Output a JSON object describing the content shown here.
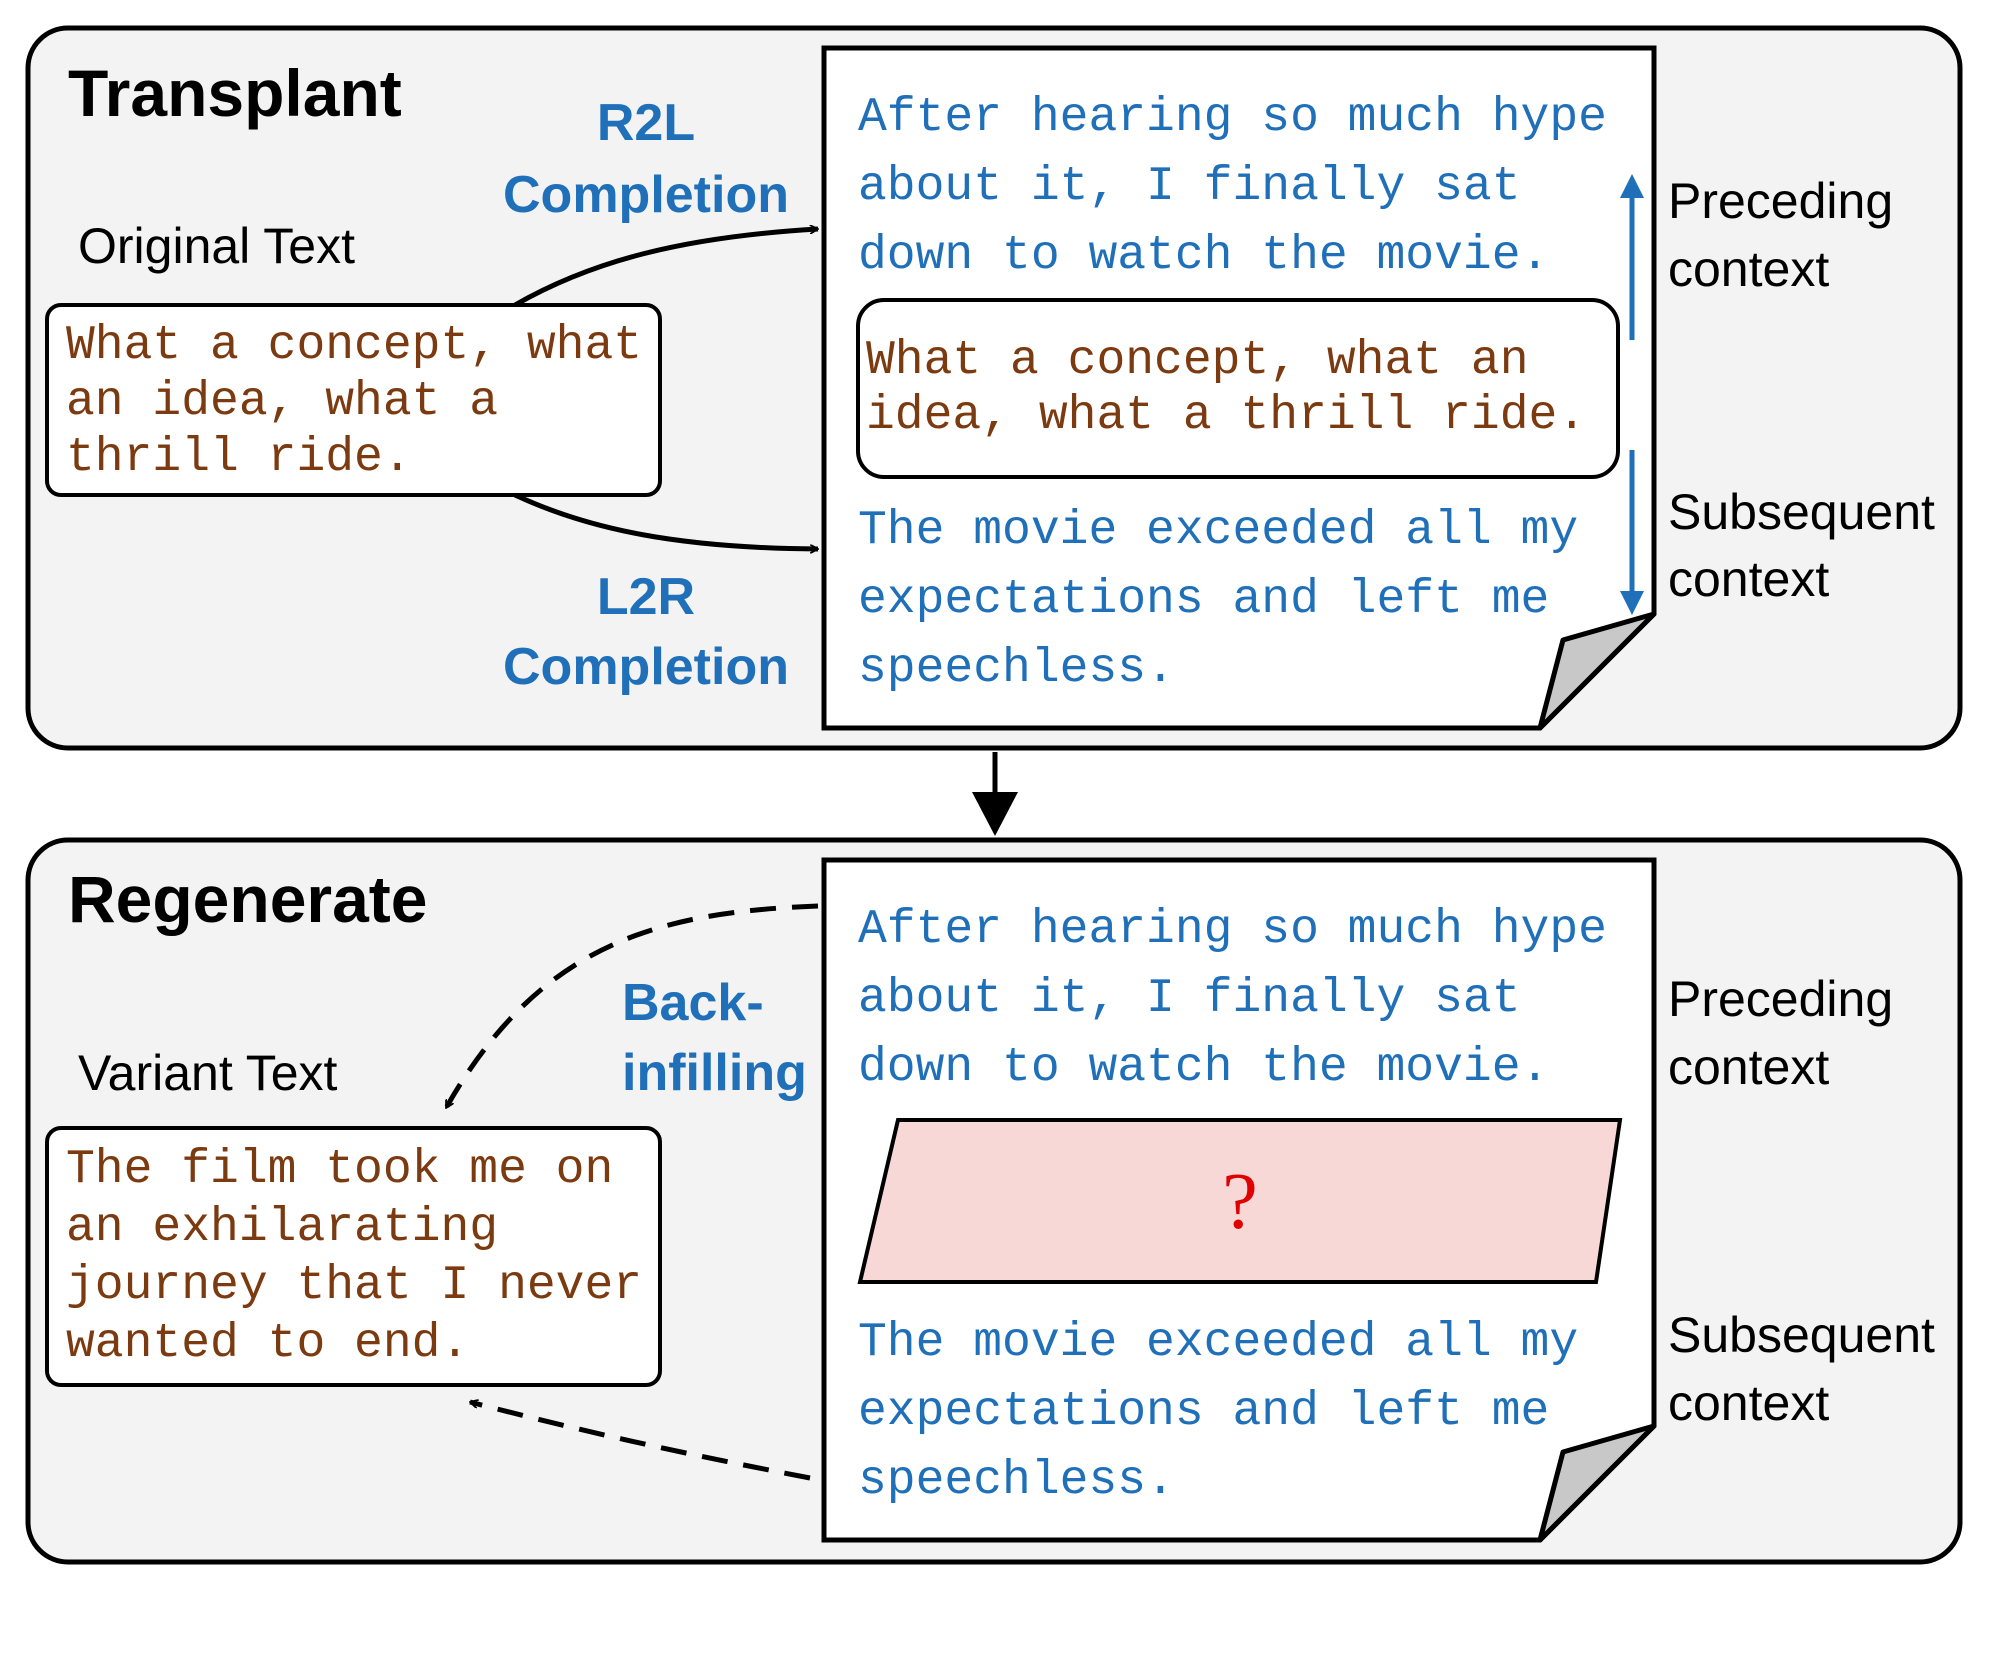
{
  "transplant": {
    "title": "Transplant",
    "r2l_line1": "R2L",
    "r2l_line2": "Completion",
    "l2r_line1": "L2R",
    "l2r_line2": "Completion",
    "original_label": "Original Text",
    "original_lines": [
      "What a concept, what",
      "an idea, what a",
      "thrill ride."
    ],
    "preceding_lines": [
      "After hearing so much hype",
      "about it, I finally sat",
      "down to watch the movie."
    ],
    "middle_lines": [
      "What a concept, what an",
      "idea, what a thrill ride."
    ],
    "subsequent_lines": [
      "The movie exceeded all my",
      "expectations and left me",
      "speechless."
    ],
    "preceding_label": [
      "Preceding",
      "context"
    ],
    "subsequent_label": [
      "Subsequent",
      "context"
    ]
  },
  "regenerate": {
    "title": "Regenerate",
    "backinfill_line1": "Back-",
    "backinfill_line2": "infilling",
    "variant_label": "Variant Text",
    "variant_lines": [
      "The film took me on",
      "an exhilarating",
      "journey that I never",
      "wanted to end."
    ],
    "preceding_lines": [
      "After hearing so much hype",
      "about it, I finally sat",
      "down to watch the movie."
    ],
    "mask_symbol": "?",
    "subsequent_lines": [
      "The movie exceeded all my",
      "expectations and left me",
      "speechless."
    ],
    "preceding_label": [
      "Preceding",
      "context"
    ],
    "subsequent_label": [
      "Subsequent",
      "context"
    ]
  },
  "colors": {
    "blue": "#1f6fb9",
    "brown": "#7b3a10",
    "mask_fill": "#f8d7d7",
    "mask_mark": "#e00000"
  }
}
